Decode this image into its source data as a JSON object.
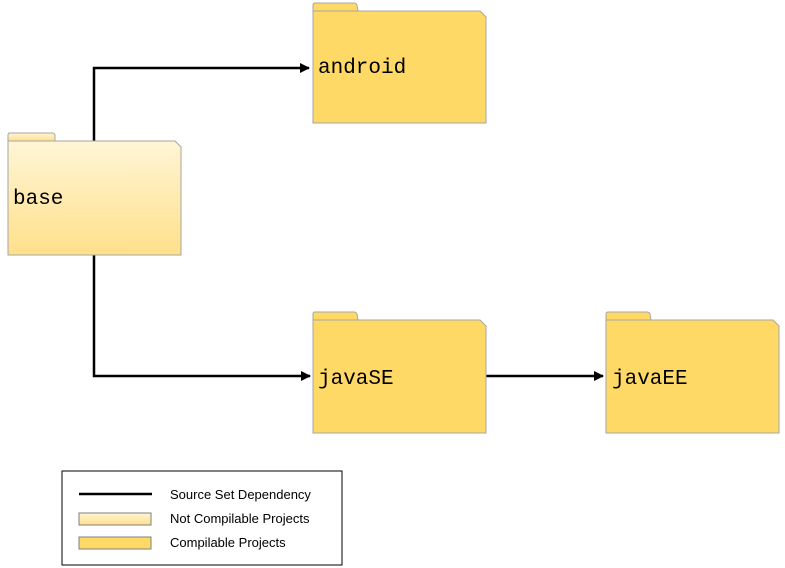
{
  "folders": {
    "base": {
      "label": "base",
      "compilable": false
    },
    "android": {
      "label": "android",
      "compilable": true
    },
    "javaSE": {
      "label": "javaSE",
      "compilable": true
    },
    "javaEE": {
      "label": "javaEE",
      "compilable": true
    }
  },
  "edges": [
    {
      "from": "base",
      "to": "android"
    },
    {
      "from": "base",
      "to": "javaSE"
    },
    {
      "from": "javaSE",
      "to": "javaEE"
    }
  ],
  "legend": {
    "dependency": "Source Set Dependency",
    "not_compilable": "Not Compilable Projects",
    "compilable": "Compilable Projects"
  },
  "colors": {
    "compilable_fill": "#FFD966",
    "not_compilable_top": "#FFF5D6",
    "not_compilable_bottom": "#FFE08A",
    "folder_stroke": "#A6A6A6",
    "edge": "#000000"
  }
}
